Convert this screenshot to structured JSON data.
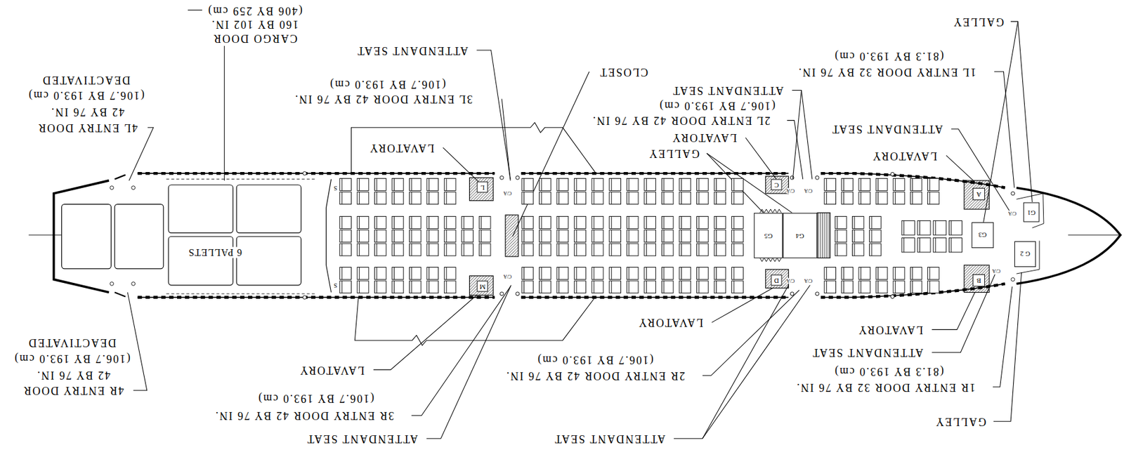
{
  "diagram": {
    "nodes": [
      {
        "text": [
          "G1"
        ]
      },
      {
        "text": [
          "G 2"
        ]
      },
      {
        "text": [
          "G3"
        ]
      },
      {
        "text": [
          "A"
        ]
      },
      {
        "text": [
          "B"
        ]
      },
      {
        "text": [
          "G4"
        ]
      },
      {
        "text": [
          "G5"
        ]
      },
      {
        "text": [
          "C"
        ]
      },
      {
        "text": [
          "D"
        ]
      },
      {
        "text": [
          "L"
        ]
      },
      {
        "text": [
          "M"
        ]
      }
    ],
    "labels": [
      "CARGO DOOR",
      "160 BY 102 IN.",
      "(406 BY 259 cm)",
      "ATTENDANT SEAT",
      "3L ENTRY DOOR 42 BY 76 IN.",
      "(106.7 BY 193.0 cm)",
      "CLOSET",
      "LAVATORY",
      "ATTENDANT SEAT",
      "(106.7 BY 193.0 cm)",
      "2L ENTRY DOOR 42 BY 76 IN.",
      "LAVATORY",
      "GALLEY",
      "GALLEY",
      "1L ENTRY DOOR 32 BY 76 IN.",
      "(81.3 BY 193.0 cm)",
      "ATTENDANT SEAT",
      "LAVATORY",
      "4L ENTRY DOOR",
      "42 BY 76 IN.",
      "(106.7 BY 193.0 cm)",
      "DEACTIVATED",
      "4R ENTRY DOOR",
      "42 BY 76 IN.",
      "(106.7 BY 193.0 cm)",
      "DEACTIVATED",
      "LAVATORY",
      "3R ENTRY DOOR 42 BY 76 IN.",
      "(106.7 BY 193.0 cm)",
      "ATTENDANT SEAT",
      "ATTENDANT SEAT",
      "2R ENTRY DOOR 42 BY 76 IN.",
      "(106.7 BY 193.0 cm)",
      "LAVATORY",
      "LAVATORY",
      "ATTENDANT SEAT",
      "1R ENTRY DOOR 32 BY 76 IN.",
      "(81.3 BY 193.0 cm)",
      "GALLEY",
      "6 PALLETS",
      "S",
      "S",
      "C/A",
      "C/A",
      "C/A",
      "C/A",
      "C/A",
      "C/A",
      "C/A",
      "C/A"
    ]
  }
}
